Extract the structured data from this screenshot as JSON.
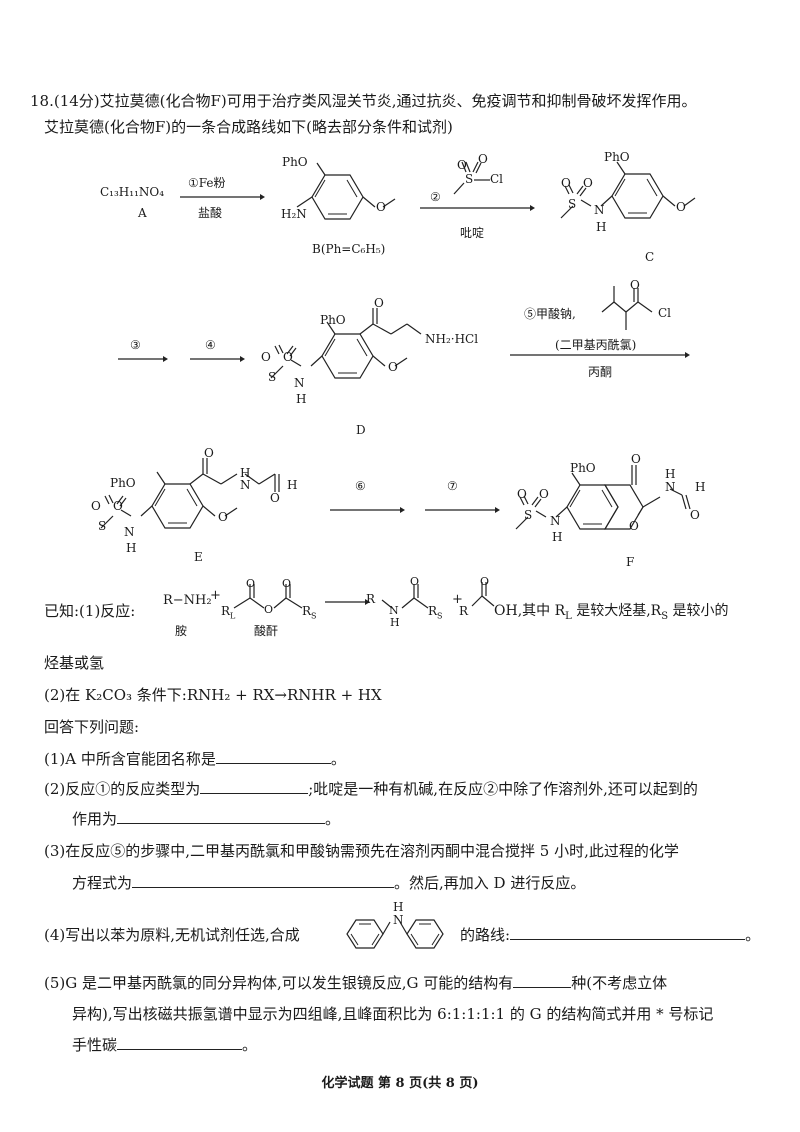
{
  "question": {
    "header_line1": "18.(14分)艾拉莫德(化合物F)可用于治疗类风湿关节炎,通过抗炎、免疫调节和抑制骨破坏发挥作用。",
    "header_line2": "艾拉莫德(化合物F)的一条合成路线如下(略去部分条件和试剂)"
  },
  "scheme": {
    "compound_a_formula": "C₁₃H₁₁NO₄",
    "compound_a_label": "A",
    "step1_reagent": "①Fe粉",
    "step1_condition": "盐酸",
    "compound_b_label": "B(Ph=C₆H₅)",
    "step2_label": "②",
    "step2_condition": "吡啶",
    "compound_c_label": "C",
    "step3_label": "③",
    "step4_label": "④",
    "compound_d_label": "D",
    "step5_reagent": "⑤甲酸钠,",
    "step5_name": "(二甲基丙酰氯)",
    "step5_condition": "丙酮",
    "compound_e_label": "E",
    "step6_label": "⑥",
    "step7_label": "⑦",
    "compound_f_label": "F",
    "atom_pho": "PhO",
    "atom_h2n": "H₂N",
    "atom_o": "O",
    "atom_s": "S",
    "atom_cl": "Cl",
    "atom_n": "N",
    "atom_h": "H",
    "atom_nh2hcl": "NH₂·HCl"
  },
  "known": {
    "prefix": "已知:(1)反应:",
    "reactant1": "R−NH₂",
    "plus": "+",
    "r_l": "R",
    "r_l_sub": "L",
    "r_s": "R",
    "r_s_sub": "S",
    "label_amine": "胺",
    "label_anhydride": "酸酐",
    "product_oh": "OH",
    "note_1": ",其中 R",
    "note_2": " 是较大烃基,R",
    "note_3": " 是较小的",
    "note_cont": "烃基或氢",
    "item2": "(2)在 K₂CO₃ 条件下:RNH₂ + RX→RNHR + HX"
  },
  "answer_prompt": "回答下列问题:",
  "questions": {
    "q1": "(1)A 中所含官能团名称是",
    "q1_end": "。",
    "q2_a": "(2)反应①的反应类型为",
    "q2_b": ";吡啶是一种有机碱,在反应②中除了作溶剂外,还可以起到的",
    "q2_c": "作用为",
    "q2_c_end": "。",
    "q3_a": "(3)在反应⑤的步骤中,二甲基丙酰氯和甲酸钠需预先在溶剂丙酮中混合搅拌 5 小时,此过程的化学",
    "q3_b": "方程式为",
    "q3_b_end": "。然后,再加入 D 进行反应。",
    "q4_a": "(4)写出以苯为原料,无机试剂任选,合成",
    "q4_b": "的路线:",
    "q4_end": "。",
    "q5_a": "(5)G 是二甲基丙酰氯的同分异构体,可以发生银镜反应,G 可能的结构有",
    "q5_a_end": "种(不考虑立体",
    "q5_b": "异构),写出核磁共振氢谱中显示为四组峰,且峰面积比为 6:1:1:1:1 的 G 的结构简式并用 * 号标记",
    "q5_c": "手性碳",
    "q5_c_end": "。"
  },
  "footer": "化学试题  第 8 页(共 8 页)"
}
